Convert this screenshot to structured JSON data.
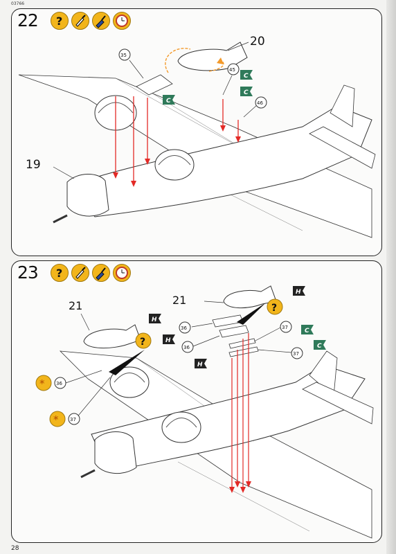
{
  "doc_code": "03766",
  "page_number": "28",
  "colors": {
    "accent_yellow": "#f2b51b",
    "arrow_red": "#e32a26",
    "arrow_orange": "#f39a2b",
    "paint_flag": "#2f7a5a"
  },
  "steps": [
    {
      "number": "22",
      "icons": [
        "question-icon",
        "brush-icon",
        "glue-icon",
        "clock-icon"
      ],
      "callouts": {
        "part_20": "20",
        "part_19": "19",
        "part_35": "35",
        "part_45": "45",
        "part_46": "46"
      },
      "paint_codes": [
        "C",
        "C",
        "C"
      ]
    },
    {
      "number": "23",
      "icons": [
        "question-icon",
        "brush-icon",
        "glue-icon",
        "clock-icon"
      ],
      "callouts": {
        "part_21_left": "21",
        "part_21_right": "21",
        "part_36_a": "36",
        "part_36_b": "36",
        "part_37_a": "37",
        "part_37_b": "37",
        "part_36_side": "36",
        "part_37_side": "37"
      },
      "paint_codes": [
        "H",
        "H",
        "H",
        "H",
        "C",
        "C"
      ]
    }
  ]
}
